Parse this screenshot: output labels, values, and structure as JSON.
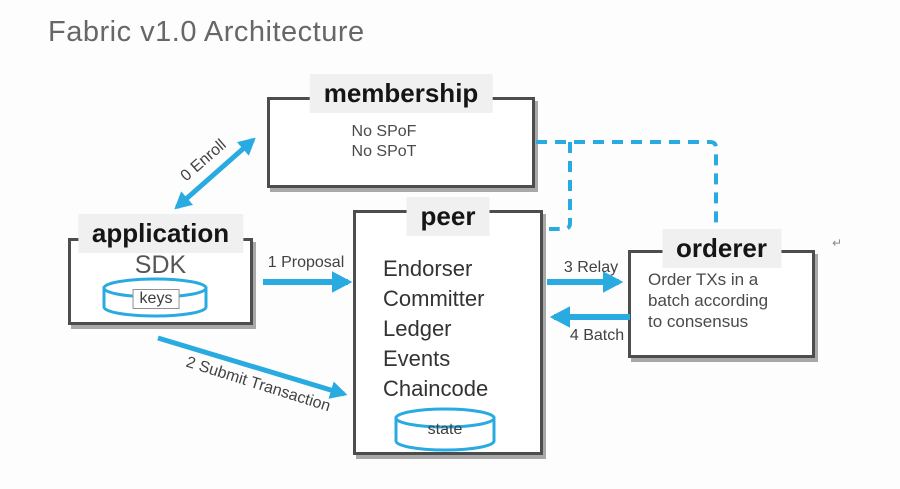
{
  "title": "Fabric v1.0 Architecture",
  "nodes": {
    "membership": {
      "title": "membership",
      "lines": [
        "No SPoF",
        "No SPoT"
      ]
    },
    "application": {
      "title": "application",
      "subtitle": "SDK",
      "store": "keys"
    },
    "peer": {
      "title": "peer",
      "items": [
        "Endorser",
        "Committer",
        "Ledger",
        "Events",
        "Chaincode"
      ],
      "store": "state"
    },
    "orderer": {
      "title": "orderer",
      "lines": [
        "Order TXs in a",
        "batch according",
        "to consensus"
      ]
    }
  },
  "edges": {
    "enroll": "0 Enroll",
    "proposal": "1 Proposal",
    "submit": "2 Submit Transaction",
    "relay": "3 Relay",
    "batch": "4 Batch"
  },
  "misc": {
    "return_mark": "↵"
  },
  "colors": {
    "accent_blue": "#29abe2",
    "box_border": "#4d4d4d",
    "box_shadow": "#a8a8a8",
    "label_bg": "#f0f0f0",
    "title_gray": "#676767",
    "text_dark": "#333333"
  }
}
